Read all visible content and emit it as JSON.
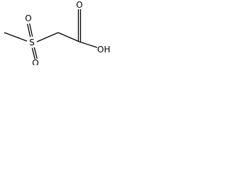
{
  "molecule": {
    "atoms": {
      "sulfur": "S",
      "oxygen_top": "O",
      "oxygen_bottom": "O",
      "carbonyl_oxygen": "O",
      "hydroxyl": "OH"
    }
  }
}
